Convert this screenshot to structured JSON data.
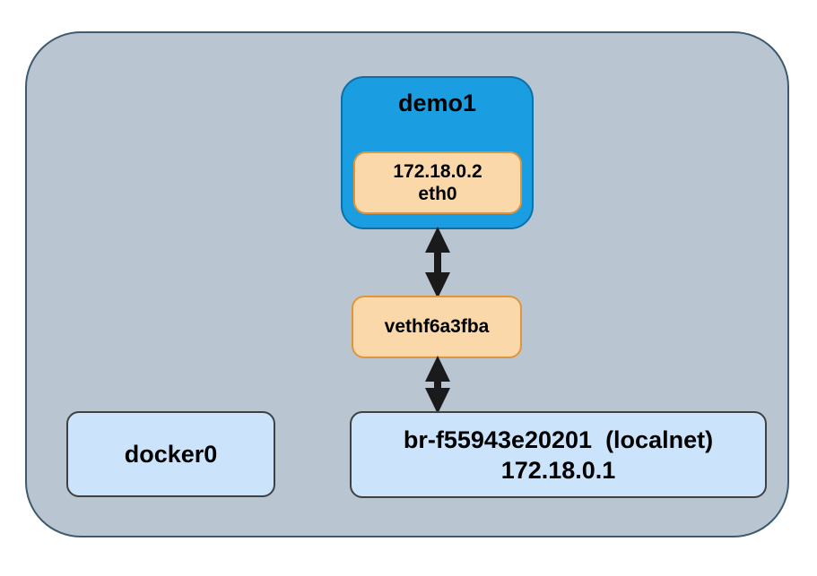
{
  "diagram": {
    "container": {
      "title": "demo1",
      "interface": {
        "ip": "172.18.0.2",
        "name": "eth0"
      }
    },
    "veth": {
      "label": "vethf6a3fba"
    },
    "docker0": {
      "label": "docker0"
    },
    "bridge": {
      "line1": "br-f55943e20201  (localnet)",
      "line2": "172.18.0.1"
    }
  },
  "colors": {
    "canvas_bg": "#ffffff",
    "host_fill": "#b9c6d1",
    "host_border": "#3d5a6e",
    "container_fill": "#1b9de2",
    "container_border": "#0d6fa9",
    "iface_fill": "#fad8a9",
    "iface_border": "#e0953b",
    "bridge_fill": "#cce4fb",
    "bridge_border": "#404040",
    "arrow": "#1a1a1a",
    "text": "#000000"
  }
}
